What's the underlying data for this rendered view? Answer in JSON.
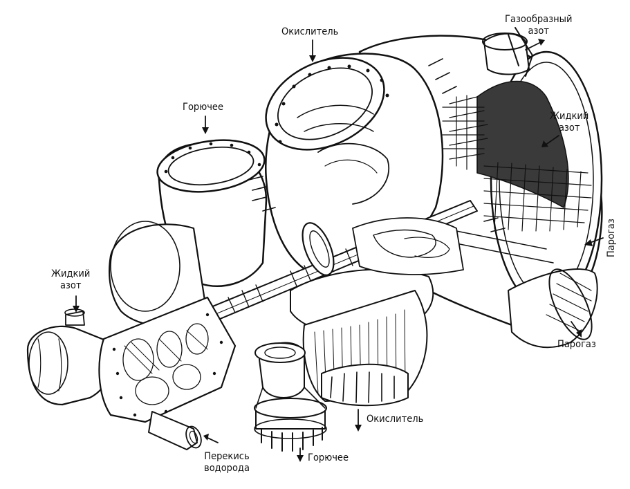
{
  "diagram": {
    "labels": {
      "oxidizer_top": "Окислитель",
      "gas_nitrogen_line1": "Газообразный",
      "gas_nitrogen_line2": "азот",
      "fuel_top": "Горючее",
      "liquid_nitrogen_right_line1": "Жидкий",
      "liquid_nitrogen_right_line2": "азот",
      "steam_gas_vertical": "Парогаз",
      "liquid_nitrogen_left_line1": "Жидкий",
      "liquid_nitrogen_left_line2": "азот",
      "steam_gas_bottom": "Парогаз",
      "oxidizer_bottom": "Окислитель",
      "fuel_bottom": "Горючее",
      "peroxide_line1": "Перекись",
      "peroxide_line2": "водорода"
    },
    "colors": {
      "ink": "#111111",
      "paper": "#ffffff",
      "shade": "#3a3a3a"
    }
  }
}
